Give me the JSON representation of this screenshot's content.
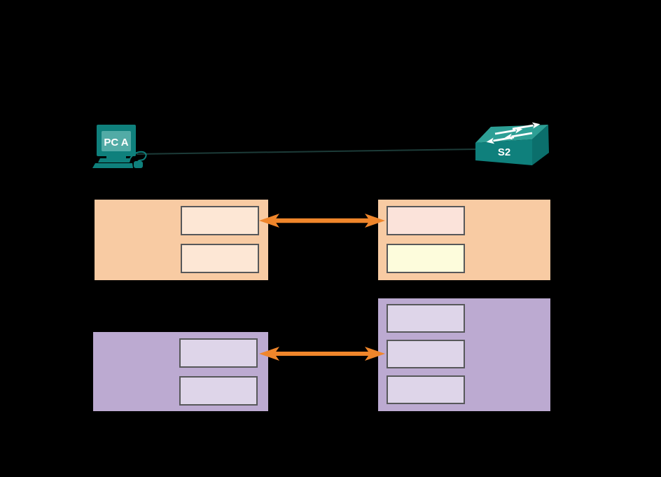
{
  "canvas": {
    "background": "#000000"
  },
  "topology": {
    "pc": {
      "label": "PC A",
      "body_color": "#0f807c",
      "screen_color": "#52aba6",
      "label_color": "#ffffff"
    },
    "switch": {
      "label": "S2",
      "front_color": "#0f807c",
      "top_color": "#2d9f95",
      "side_color": "#0b6f6c",
      "arrow_color": "#ffffff",
      "label_color": "#ffffff"
    },
    "link": {
      "color": "#1c3b38"
    }
  },
  "sections": [
    {
      "id": "top-comparison",
      "panel_color": "#f8cba3",
      "slot_border_color": "#57585a",
      "arrow_color": "#f0862b",
      "left_panel": {
        "slots": [
          {
            "fill": "#fde7d5"
          },
          {
            "fill": "#fde7d5"
          }
        ]
      },
      "right_panel": {
        "slots": [
          {
            "fill": "#fbe3da"
          },
          {
            "fill": "#fdfcdc"
          }
        ]
      }
    },
    {
      "id": "bottom-comparison",
      "panel_color": "#bcaad1",
      "slot_border_color": "#57585a",
      "arrow_color": "#f0862b",
      "left_panel": {
        "slots": [
          {
            "fill": "#ded5e9"
          },
          {
            "fill": "#ded5e9"
          }
        ]
      },
      "right_panel": {
        "slots": [
          {
            "fill": "#ded5e9"
          },
          {
            "fill": "#ded5e9"
          },
          {
            "fill": "#ded5e9"
          }
        ]
      }
    }
  ]
}
